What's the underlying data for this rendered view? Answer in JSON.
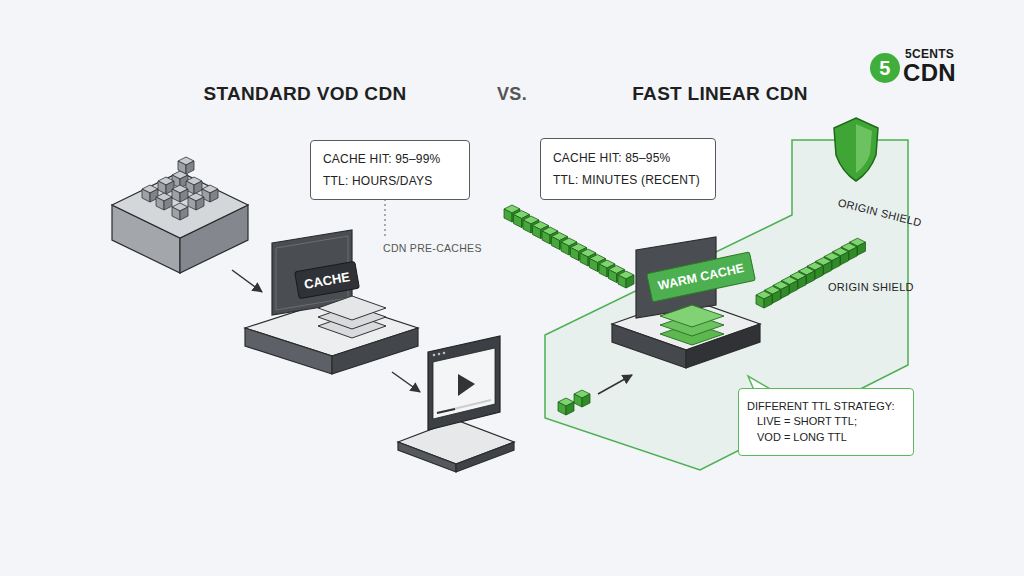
{
  "diagram": {
    "nodes": [
      {
        "text": [
          "CACHE HIT: 95–99%",
          "TTL: HOURS/DAYS"
        ]
      },
      {
        "text": [
          "CACHE"
        ]
      },
      {
        "text": [
          "CACHE HIT: 85–95%",
          "TTL: MINUTES (RECENT)"
        ]
      },
      {
        "text": [
          "WARM CACHE"
        ]
      },
      {
        "text": [
          "DIFFERENT TTL STRATEGY:",
          "LIVE = SHORT TTL;",
          "VOD = LONG TTL"
        ]
      }
    ],
    "labels": [
      "STANDARD VOD CDN",
      "VS.",
      "FAST LINEAR CDN",
      "5",
      "5CENTS",
      "CDN",
      "CDN PRE-CACHES",
      "ORIGIN SHIELD",
      "ORIGIN SHIELD"
    ]
  }
}
